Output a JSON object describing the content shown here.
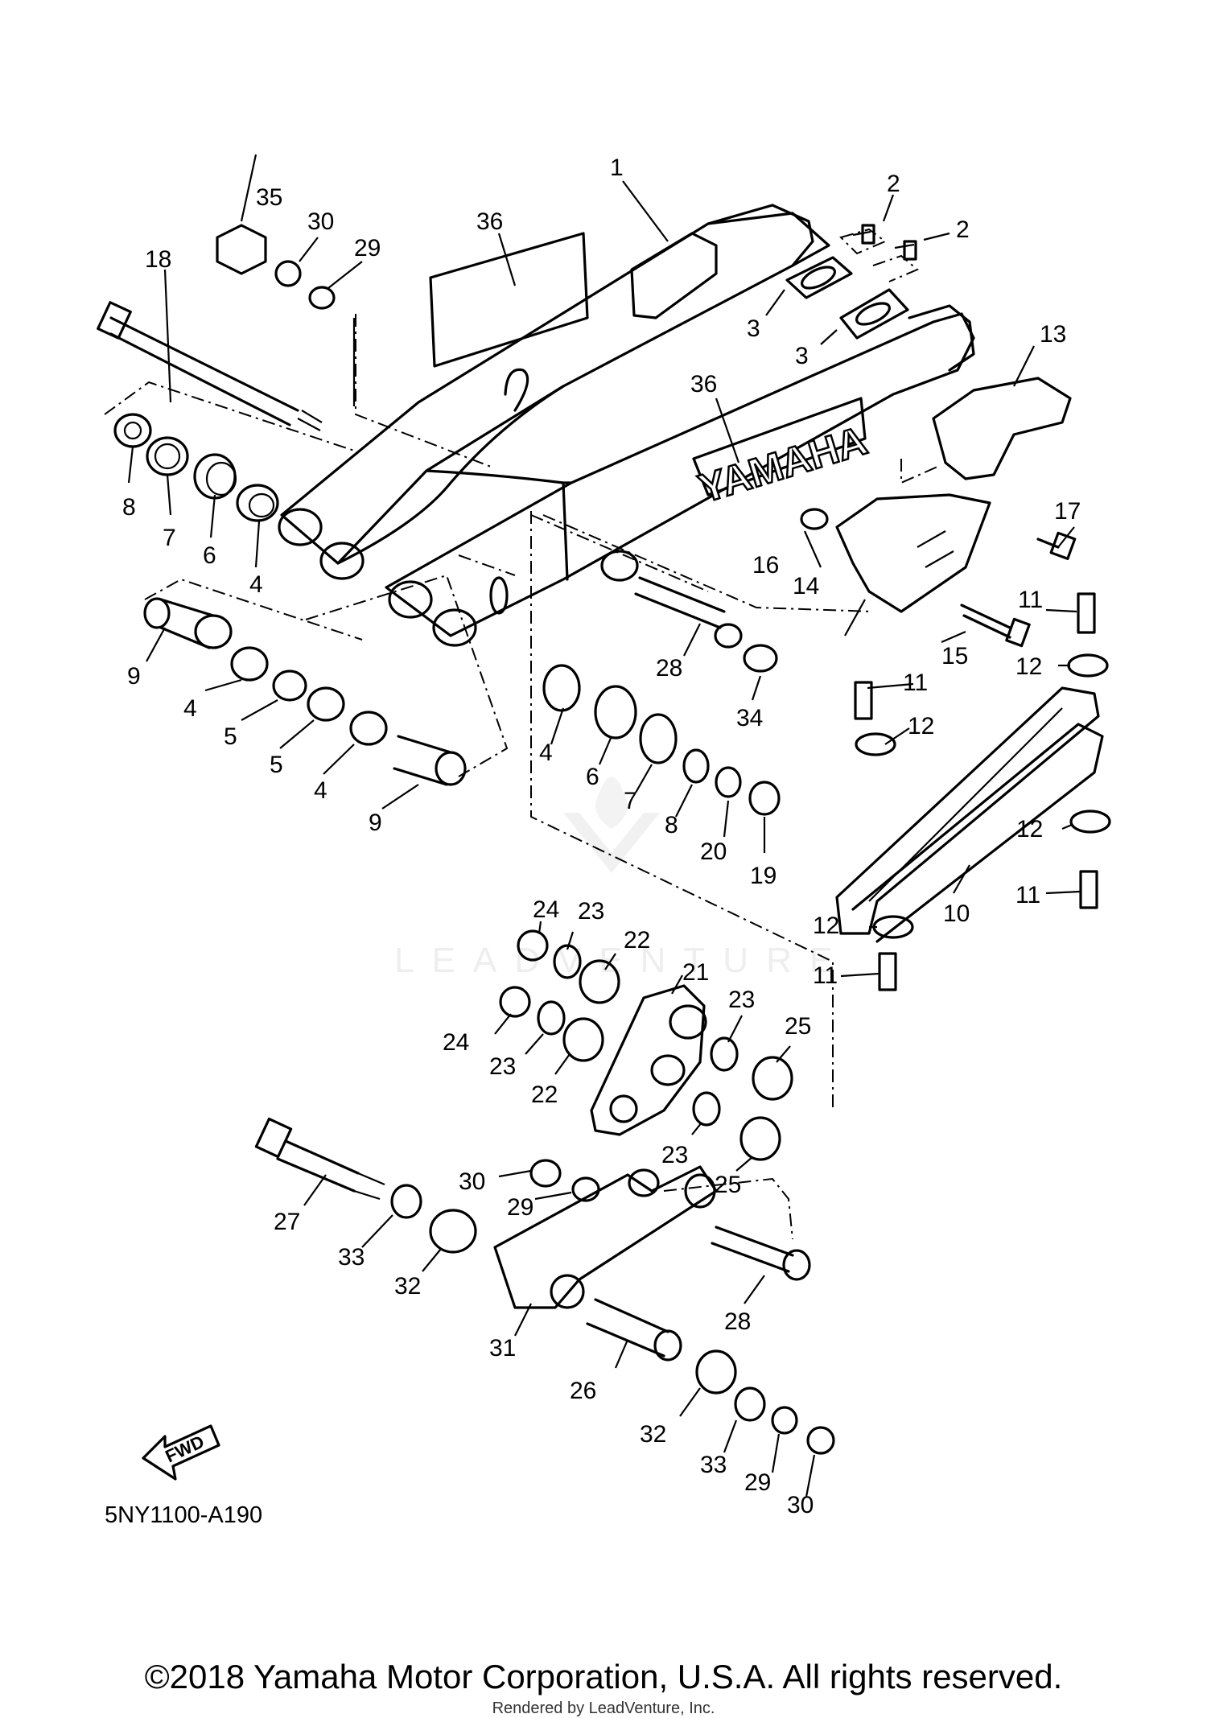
{
  "diagram": {
    "watermark": "LEADVENTURE",
    "brand_decal": "YAMAHA",
    "fwd_label": "FWD",
    "diagram_code": "5NY1100-A190",
    "callouts": [
      "1",
      "2",
      "2",
      "3",
      "3",
      "4",
      "4",
      "4",
      "4",
      "5",
      "5",
      "6",
      "6",
      "7",
      "7",
      "8",
      "8",
      "9",
      "9",
      "10",
      "11",
      "11",
      "11",
      "11",
      "12",
      "12",
      "12",
      "12",
      "13",
      "14",
      "15",
      "16",
      "17",
      "18",
      "19",
      "20",
      "21",
      "22",
      "22",
      "23",
      "23",
      "23",
      "23",
      "24",
      "24",
      "25",
      "25",
      "26",
      "27",
      "28",
      "28",
      "29",
      "29",
      "29",
      "30",
      "30",
      "30",
      "31",
      "32",
      "32",
      "33",
      "33",
      "34",
      "35",
      "36",
      "36"
    ]
  },
  "footer": {
    "copyright": "©2018 Yamaha Motor Corporation, U.S.A. All rights reserved.",
    "rendered_by": "Rendered by LeadVenture, Inc."
  }
}
